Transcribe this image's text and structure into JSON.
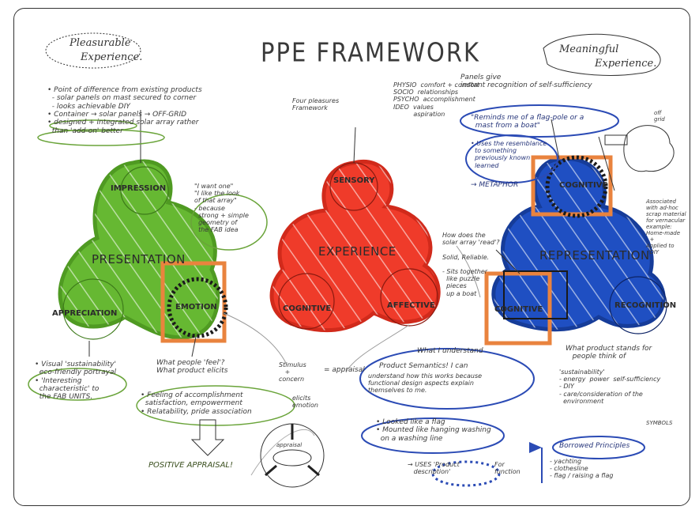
{
  "title": "PPE FRAMEWORK",
  "headers": {
    "left": [
      "Pleasurable",
      "Experience."
    ],
    "right": [
      "Meaningful",
      "Experience."
    ]
  },
  "colors": {
    "green": "#66b832",
    "red": "#ef3b2a",
    "blue": "#1f4fc2",
    "orange": "#e9833e"
  },
  "clusters": {
    "green": {
      "top": "IMPRESSION",
      "center": "PRESENTATION",
      "left": "APPRECIATION",
      "right": "EMOTION"
    },
    "red": {
      "top": "SENSORY",
      "center": "EXPERIENCE",
      "left": "COGNITIVE",
      "right": "AFFECTIVE"
    },
    "blue": {
      "top": "COGNITIVE",
      "center": "REPRESENTATION",
      "left": "COGNITIVE",
      "right": "RECOGNITION"
    }
  },
  "notes": {
    "top_left": "• Point of difference from existing products\n  - solar panels on mast secured to corner\n  - looks achievable DIY\n• Container → solar panels → OFF-GRID\n• designed + integrated solar array rather\n  than 'add-on' better",
    "green_right": "\"I want one\"\n\"I like the look\nof that array\"\n- because\n  strong + simple\n  geometry of\n  the FAB idea",
    "green_bottom_left": "• Visual 'sustainability'\n  eco-friendly portrayal\n• 'Interesting\n  characteristic' to\n  the FAB UNITS.",
    "green_bottom_mid": "What people 'feel'?\nWhat product elicits",
    "green_bottom_list": "• Feeling of accomplishment\n  satisfaction, empowerment\n• Relatability, pride association",
    "positive": "POSITIVE APPRAISAL!",
    "appraisal": "appraisal",
    "red_top_left": "Four pleasures\nFramework",
    "red_top_list": "PHYSIO  comfort + comfort\nSOCIO  relationships\nPSYCHO  accomplishment\nIDEO  values\n          aspiration",
    "red_top_right": "Panels give\ninstant recognition of self-sufficiency",
    "blue_bubble1": "\"Reminds me of a flag-pole or a\n  mast from a boat\"",
    "blue_bubble2": "• Uses the resemblance\n  to something\n  previously known\n  learned",
    "metaphor": "→ METAPHOR",
    "blue_right": "Associated\nwith ad-hoc\nscrap material\nfor vernacular\nexample:\nHome-made\n  +\nApplied to\n  DIY",
    "red_bottom_right": "How does the\nsolar array 'read'?\n\nSolid, Reliable.\n\n- Sits together\n  like puzzle\n  pieces\n  up a boat",
    "stimulus": "Stimulus\n   +\nconcern",
    "equals": "= appraisal",
    "elicits": "elicits\nemotion",
    "understand": "What I understand",
    "semantics": "Product Semantics! I can",
    "semantics_rest": "understand how this works because\nfunctional design aspects explain\nthemselves to me.",
    "flag": "• Looked like a flag\n• Mounted like hanging washing\n  on a washing line",
    "uses_desc": "→ USES 'Product\n   description'",
    "function": "For\nfunction",
    "blue_bottom_head": "What product stands for\n   people think of",
    "blue_bottom_list": "'sustainability'\n- energy  power  self-sufficiency\n- DIY\n- care/consideration of the\n  environment",
    "symbols": "SYMBOLS",
    "borrowed": "Borrowed Principles",
    "borrowed_list": "- yachting\n- clothesline\n- flag / raising a flag",
    "off_grid": "off\ngrid"
  }
}
